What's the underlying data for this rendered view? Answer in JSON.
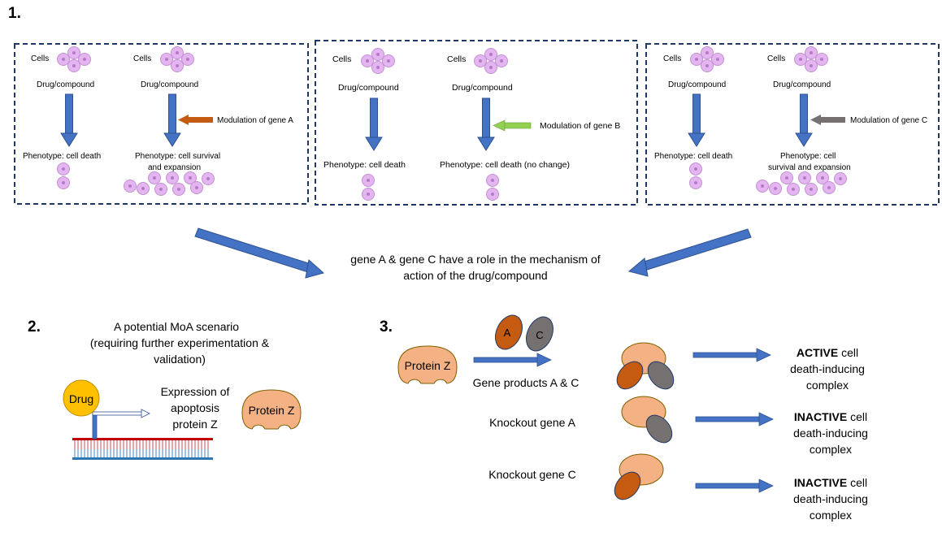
{
  "section1": {
    "number": "1.",
    "panels": [
      {
        "left": {
          "cells": "Cells",
          "drug": "Drug/compound",
          "phenotype": [
            "Phenotype: cell death"
          ]
        },
        "right": {
          "cells": "Cells",
          "drug": "Drug/compound",
          "modulation": "Modulation of gene A",
          "phenotype": [
            "Phenotype: cell survival",
            "and expansion"
          ]
        }
      },
      {
        "left": {
          "cells": "Cells",
          "drug": "Drug/compound",
          "phenotype": [
            "Phenotype: cell death"
          ]
        },
        "right": {
          "cells": "Cells",
          "drug": "Drug/compound",
          "modulation": "Modulation of gene B",
          "phenotype": [
            "Phenotype: cell death (no change)"
          ]
        }
      },
      {
        "left": {
          "cells": "Cells",
          "drug": "Drug/compound",
          "phenotype": [
            "Phenotype: cell death"
          ]
        },
        "right": {
          "cells": "Cells",
          "drug": "Drug/compound",
          "modulation": "Modulation of gene C",
          "phenotype": [
            "Phenotype: cell",
            "survival and expansion"
          ]
        }
      }
    ],
    "conclusion": [
      "gene A & gene C have a role in the mechanism of",
      "action of the drug/compound"
    ]
  },
  "section2": {
    "number": "2.",
    "title": [
      "A potential MoA scenario",
      "(requiring further experimentation &",
      "validation)"
    ],
    "drug": "Drug",
    "expression": [
      "Expression of",
      "apoptosis",
      "protein Z"
    ],
    "protein": "Protein Z"
  },
  "section3": {
    "number": "3.",
    "protein": "Protein Z",
    "gene_a": "A",
    "gene_c": "C",
    "rows": [
      {
        "label": "Gene products A & C",
        "result_bold": "ACTIVE",
        "result_rest": " cell",
        "result_lines": [
          "death-inducing",
          "complex"
        ]
      },
      {
        "label": "Knockout gene A",
        "result_bold": "INACTIVE",
        "result_rest": " cell",
        "result_lines": [
          "death-inducing",
          "complex"
        ]
      },
      {
        "label": "Knockout gene C",
        "result_bold": "INACTIVE",
        "result_rest": " cell",
        "result_lines": [
          "death-inducing",
          "complex"
        ]
      }
    ]
  },
  "colors": {
    "blue_arrow": "#4472C4",
    "cell_fill": "#E3B6F0",
    "cell_nucleus": "#B679C9",
    "gene_a_arrow": "#C55A11",
    "gene_b_arrow": "#92D050",
    "gene_c_arrow": "#767171",
    "protein_fill": "#F4B183",
    "gene_a_fill": "#C55A11",
    "gene_c_fill": "#767171",
    "drug_fill": "#FFC000",
    "panel_border": "#1F3864"
  }
}
